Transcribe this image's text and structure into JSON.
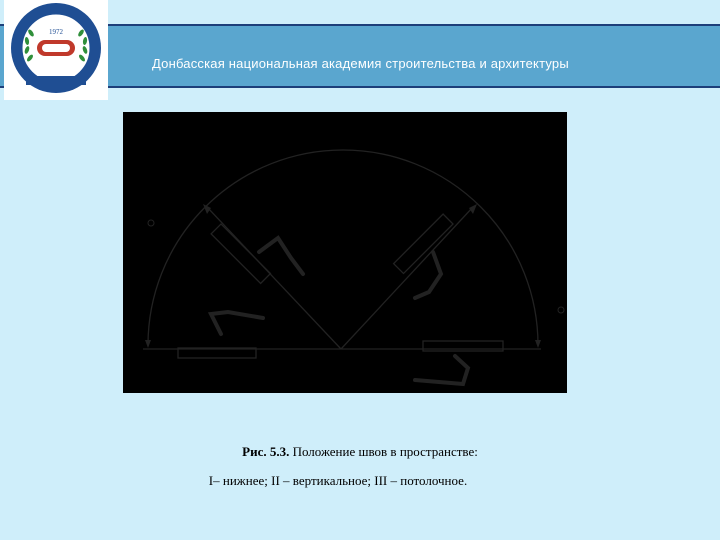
{
  "header": {
    "title": "Донбасская национальная академия строительства и архитектуры",
    "band_color": "#5aa6cf",
    "line_color": "#1d3f7a"
  },
  "logo": {
    "icon": "academy-emblem-icon",
    "year": "1972"
  },
  "figure": {
    "background": "#000000",
    "icon": "weld-positions-diagram"
  },
  "caption": {
    "figure_label": "Рис. 5.3.",
    "figure_title": " Положение швов в пространстве:",
    "legend": "I– нижнее; II – вертикальное; III – потолочное."
  },
  "colors": {
    "page_background": "#cfeefa"
  }
}
